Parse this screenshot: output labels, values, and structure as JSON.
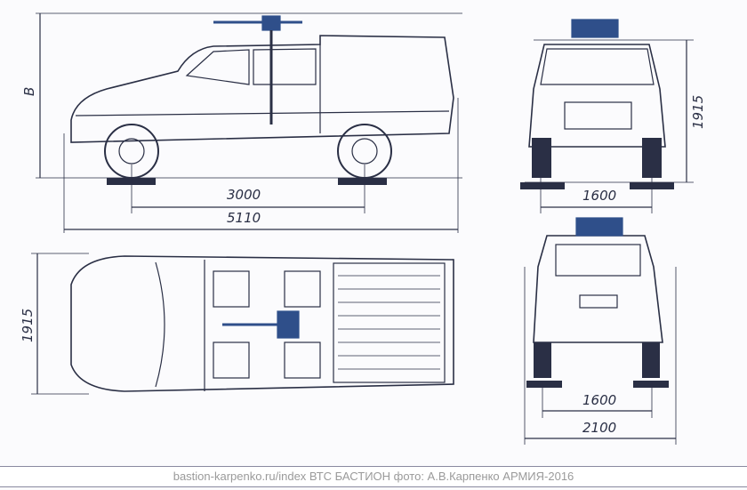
{
  "dimensions": {
    "side_height": "В",
    "wheelbase": "3000",
    "overall_length": "5110",
    "front_height": "1915",
    "front_track": "1600",
    "top_width": "1915",
    "rear_track": "1600",
    "overall_width": "2100"
  },
  "caption": "bastion-karpenko.ru/index ВТС БАСТИОН фото: А.В.Карпенко АРМИЯ-2016",
  "colors": {
    "line": "#2a2f45",
    "weapon": "#2f4f8a",
    "background": "#fbfbfd"
  }
}
